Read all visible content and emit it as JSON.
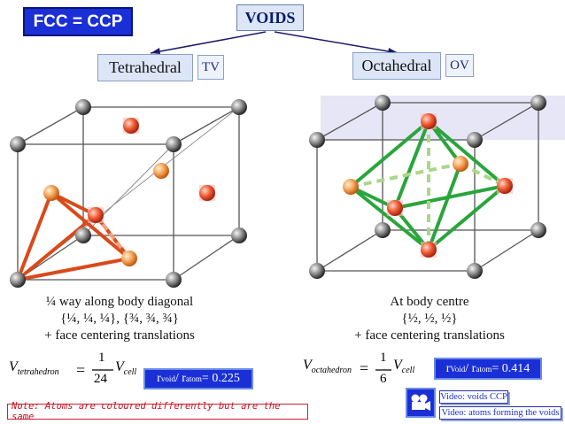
{
  "title_badge": "FCC = CCP",
  "voids_label": "VOIDS",
  "tetrahedral": {
    "label": "Tetrahedral",
    "tag": "TV",
    "caption_lines": [
      "¼ way along body diagonal",
      "{¼, ¼, ¼}, {¾, ¾, ¾}",
      "+ face centering translations"
    ],
    "formula_lhs": "V",
    "formula_lhs_sub": "tetrahedron",
    "formula_num": "1",
    "formula_den": "24",
    "formula_rhs": "V",
    "formula_rhs_sub": "cell",
    "ratio_prefix": "r",
    "ratio_void_sub": "void",
    "ratio_mid": " / r",
    "ratio_atom_sub": "atom",
    "ratio_value": " = 0.225"
  },
  "octahedral": {
    "label": "Octahedral",
    "tag": "OV",
    "caption_lines": [
      "At body centre",
      "{½, ½, ½}",
      "+ face centering translations"
    ],
    "formula_lhs": "V",
    "formula_lhs_sub": "octahedron",
    "formula_num": "1",
    "formula_den": "6",
    "formula_rhs": "V",
    "formula_rhs_sub": "cell",
    "ratio_prefix": "r",
    "ratio_void_sub": "Void",
    "ratio_mid": " / r",
    "ratio_atom_sub": "atom",
    "ratio_value": " = 0.414"
  },
  "note": "Note: Atoms are coloured differently but are the same",
  "links": [
    "Video: voids CCP",
    "Video: atoms forming the voids"
  ],
  "icons": {
    "video": "film-camera-icon"
  },
  "colors": {
    "accent": "#1a2fd6",
    "tet_edge": "#d94a1a",
    "oct_edge": "#2aa53c",
    "note": "#c41020"
  }
}
